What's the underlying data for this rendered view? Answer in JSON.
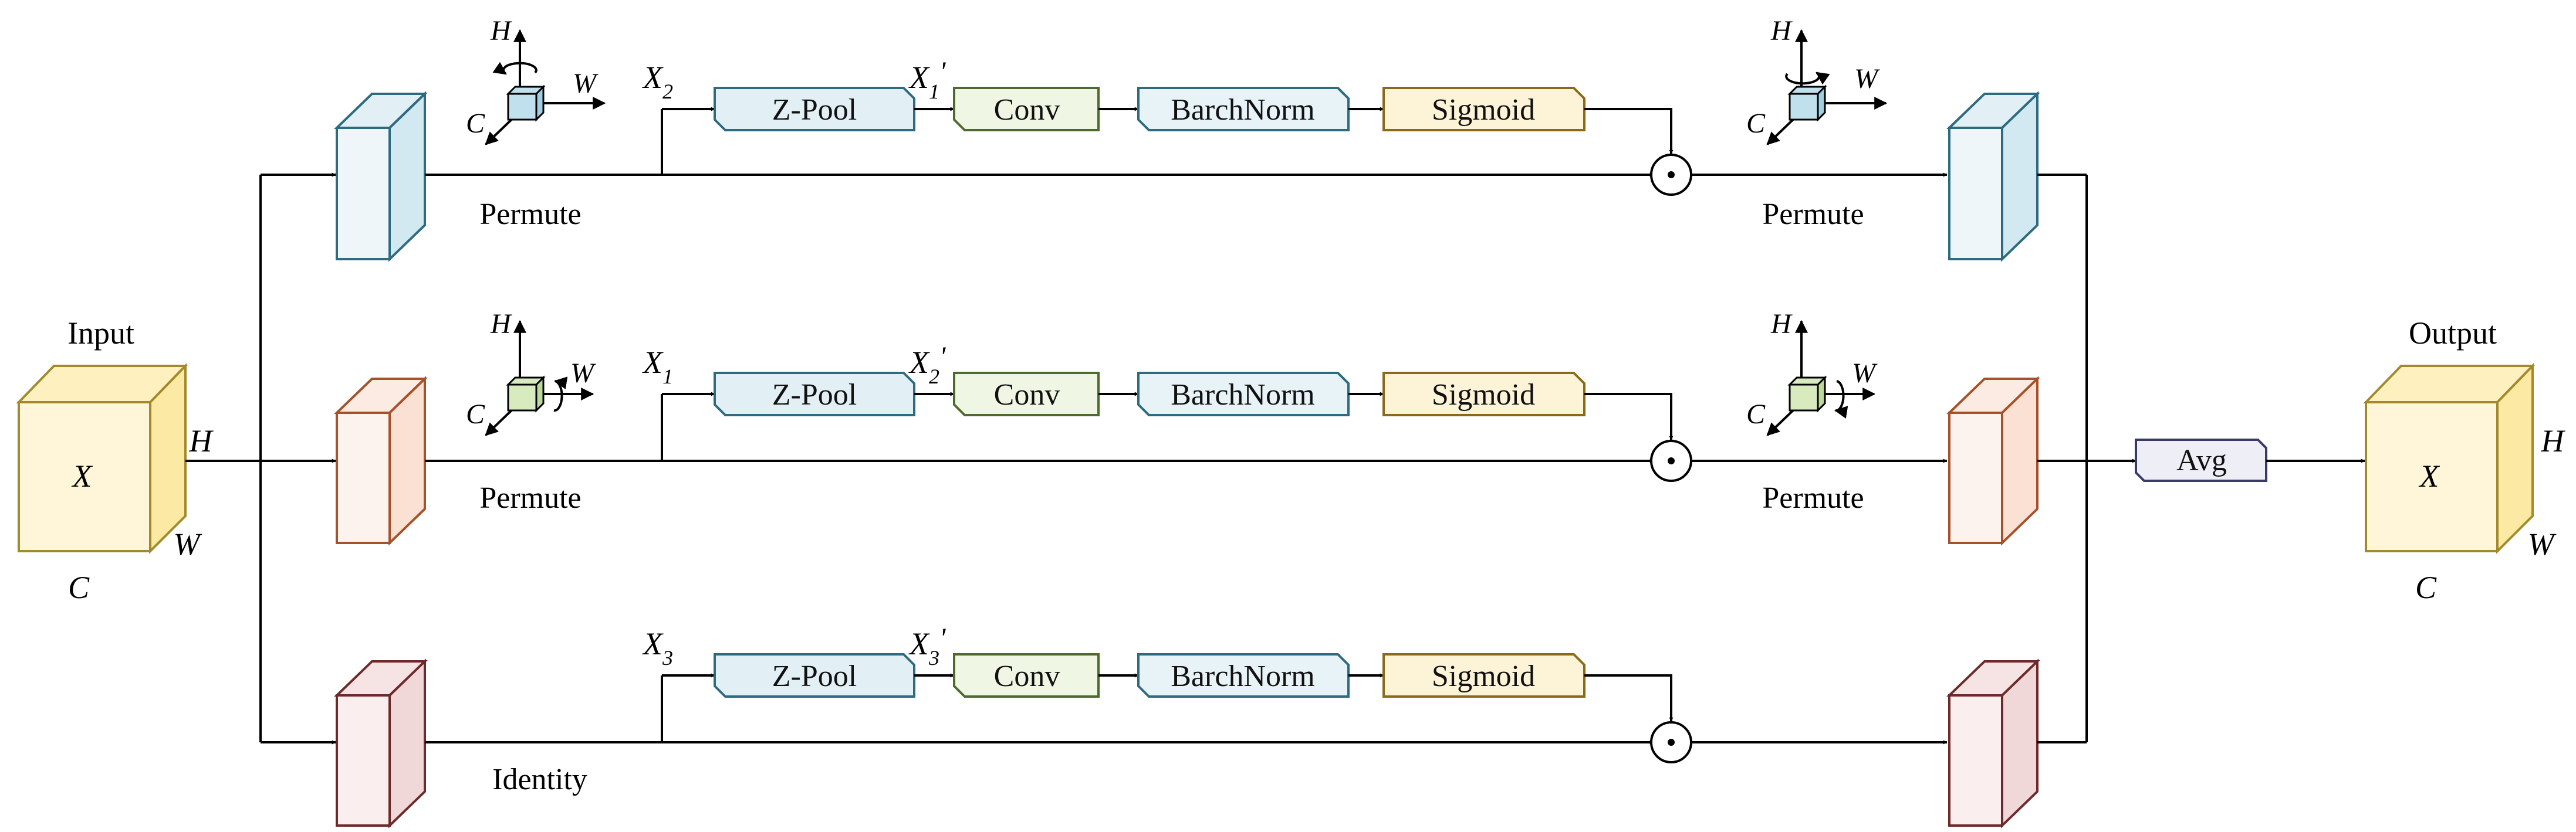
{
  "colors": {
    "blue": {
      "front": "#eef6fa",
      "side": "#d3e9f1",
      "top": "#e2f0f6",
      "stroke": "#2d6b80"
    },
    "orange": {
      "front": "#fdf3ee",
      "side": "#fbe1d3",
      "top": "#fcebe2",
      "stroke": "#a5522a"
    },
    "pink": {
      "front": "#fbeeee",
      "side": "#f1d8d8",
      "top": "#f6e3e3",
      "stroke": "#6e2a2a"
    },
    "yellow": {
      "front": "#fff6d9",
      "side": "#fbe9a4",
      "top": "#fff0c0",
      "stroke": "#a28a2a"
    },
    "zpool": {
      "fill": "#e2f0f6",
      "stroke": "#2d6b80"
    },
    "conv": {
      "fill": "#f0f6e4",
      "stroke": "#4e6a2c"
    },
    "bnorm": {
      "fill": "#e8f3f8",
      "stroke": "#2d6b80"
    },
    "sigmoid": {
      "fill": "#fdf4d8",
      "stroke": "#8a6a18"
    },
    "avg": {
      "fill": "#eeeef6",
      "stroke": "#3a3a6a"
    },
    "small_cube_blue": "#bfe0ec",
    "small_cube_green": "#d8ebbf"
  },
  "input": {
    "title": "Input",
    "x": "X",
    "h": "H",
    "w": "W",
    "c": "C"
  },
  "output": {
    "title": "Output",
    "x": "X",
    "h": "H",
    "w": "W",
    "c": "C"
  },
  "avg": "Avg",
  "branches": [
    {
      "in_label": "X",
      "in_sub": "2",
      "mid_label": "X",
      "mid_sub": "1",
      "mid_prime": "'",
      "zpool": "Z-Pool",
      "conv": "Conv",
      "bnorm": "BarchNorm",
      "sigmoid": "Sigmoid",
      "left_op": "Permute",
      "right_op": "Permute",
      "axis_h": "H",
      "axis_w": "W",
      "axis_c": "C"
    },
    {
      "in_label": "X",
      "in_sub": "1",
      "mid_label": "X",
      "mid_sub": "2",
      "mid_prime": "'",
      "zpool": "Z-Pool",
      "conv": "Conv",
      "bnorm": "BarchNorm",
      "sigmoid": "Sigmoid",
      "left_op": "Permute",
      "right_op": "Permute",
      "axis_h": "H",
      "axis_w": "W",
      "axis_c": "C"
    },
    {
      "in_label": "X",
      "in_sub": "3",
      "mid_label": "X",
      "mid_sub": "3",
      "mid_prime": "'",
      "zpool": "Z-Pool",
      "conv": "Conv",
      "bnorm": "BarchNorm",
      "sigmoid": "Sigmoid",
      "left_op": "Identity"
    }
  ]
}
